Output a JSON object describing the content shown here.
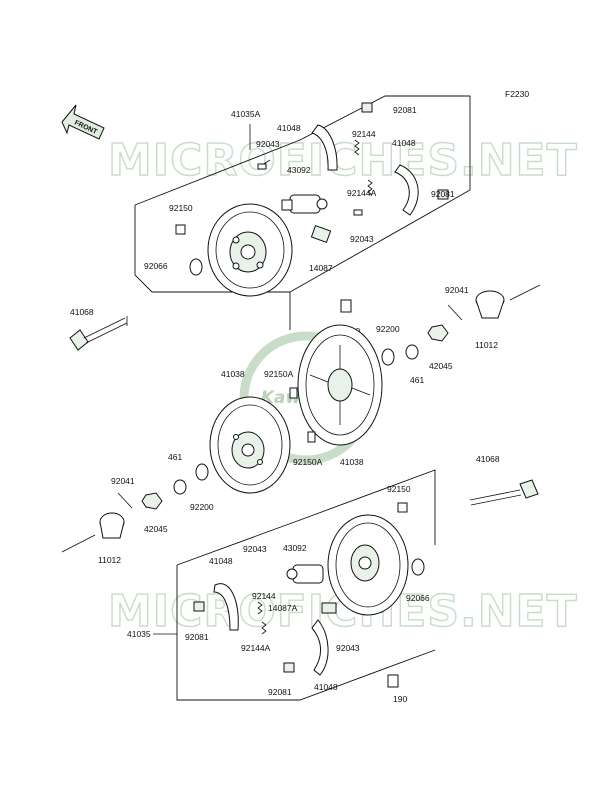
{
  "diagram_code": "F2230",
  "front_label": "FRONT",
  "watermark": "MICROFICHES.NET",
  "logo_text": "Kawasaki",
  "labels": {
    "l41035A": "41035A",
    "l41048_ul": "41048",
    "l92081_ur": "92081",
    "l92043_ul": "92043",
    "l92144_u": "92144",
    "l41048_ur": "41048",
    "l43092_u": "43092",
    "l92144A_u": "92144A",
    "l92081_u2": "92081",
    "l92150_u": "92150",
    "l92043_u2": "92043",
    "l92066_u": "92066",
    "l14087_u": "14087",
    "l41068_ul": "41068",
    "l190_u": "190",
    "l92041_ur": "92041",
    "l92200_ur": "92200",
    "l11012_ur": "11012",
    "l461_ur": "461",
    "l42045_ur": "42045",
    "l41038_l": "41038",
    "l92150A_u": "92150A",
    "l92150A_l": "92150A",
    "l41038_r": "41038",
    "l461_l": "461",
    "l92200_l": "92200",
    "l92041_l": "92041",
    "l42045_l": "42045",
    "l11012_l": "11012",
    "l41068_r": "41068",
    "l92150_b": "92150",
    "l43092_b": "43092",
    "l92043_b": "92043",
    "l41048_b": "41048",
    "l92066_b": "92066",
    "l92144_b": "92144",
    "l14087A_b": "14087A",
    "l41035_b": "41035",
    "l92081_bl": "92081",
    "l92144A_b": "92144A",
    "l92043_b2": "92043",
    "l92081_b2": "92081",
    "l41048_b2": "41048",
    "l190_b": "190"
  }
}
